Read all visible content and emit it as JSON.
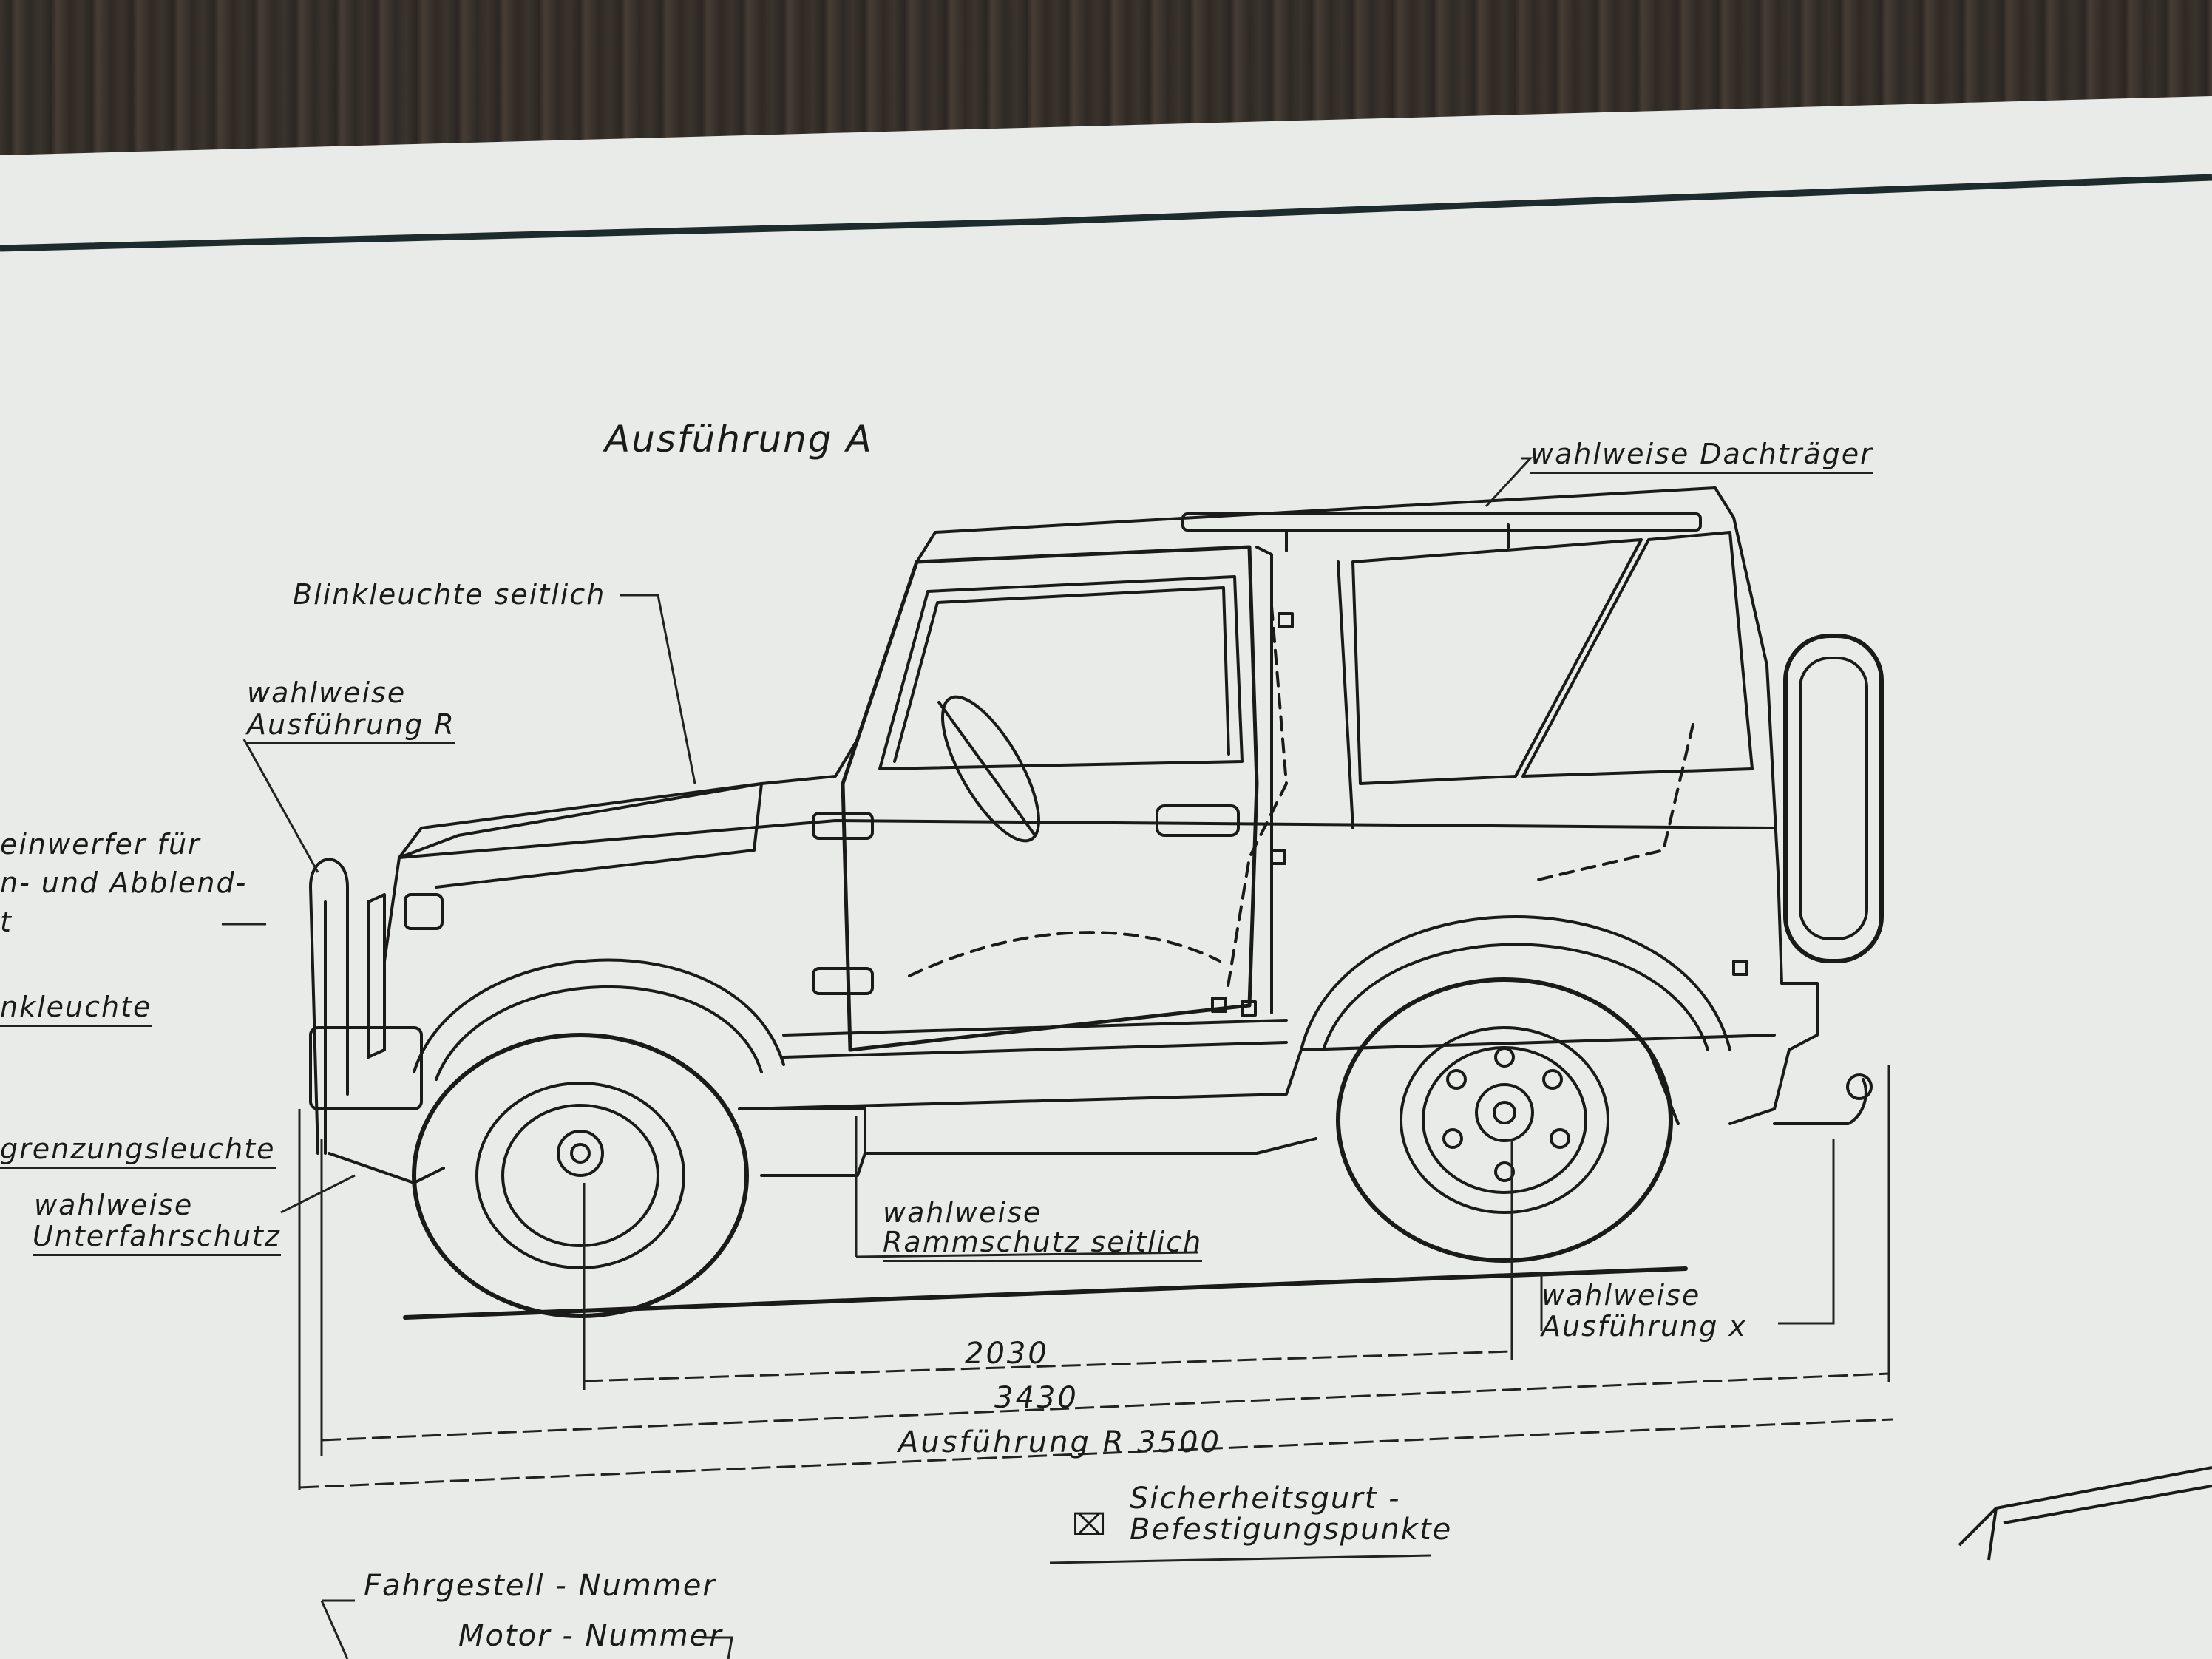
{
  "title": "Ausführung A",
  "labels": {
    "roof_rack": "wahlweise  Dachträger",
    "side_indicator": "Blinkleuchte  seitlich",
    "option_r_line1": "wahlweise",
    "option_r_line2": "Ausführung  R",
    "headlamp_line1": "einwerfer  für",
    "headlamp_line2": "n-  und  Abblend-",
    "headlamp_line3": "t",
    "indicator_clip": "nkleuchte",
    "marker_light": "grenzungsleuchte",
    "underride_line1": "wahlweise",
    "underride_line2": "Unterfahrschutz",
    "side_guard_line1": "wahlweise",
    "side_guard_line2": "Rammschutz  seitlich",
    "option_x_line1": "wahlweise",
    "option_x_line2": "Ausführung  x",
    "seatbelt_line1": "Sicherheitsgurt -",
    "seatbelt_line2": "Befestigungspunkte",
    "chassis_no": "Fahrgestell - Nummer",
    "engine_no": "Motor - Nummer"
  },
  "dimensions": {
    "wheelbase": "2030",
    "length": "3430",
    "length_r": "Ausführung  R  3500"
  },
  "legend_symbol": "⌧",
  "colors": {
    "paper": "#e9ebe8",
    "ink": "#1a1a1a",
    "wood": "#3a332d"
  }
}
